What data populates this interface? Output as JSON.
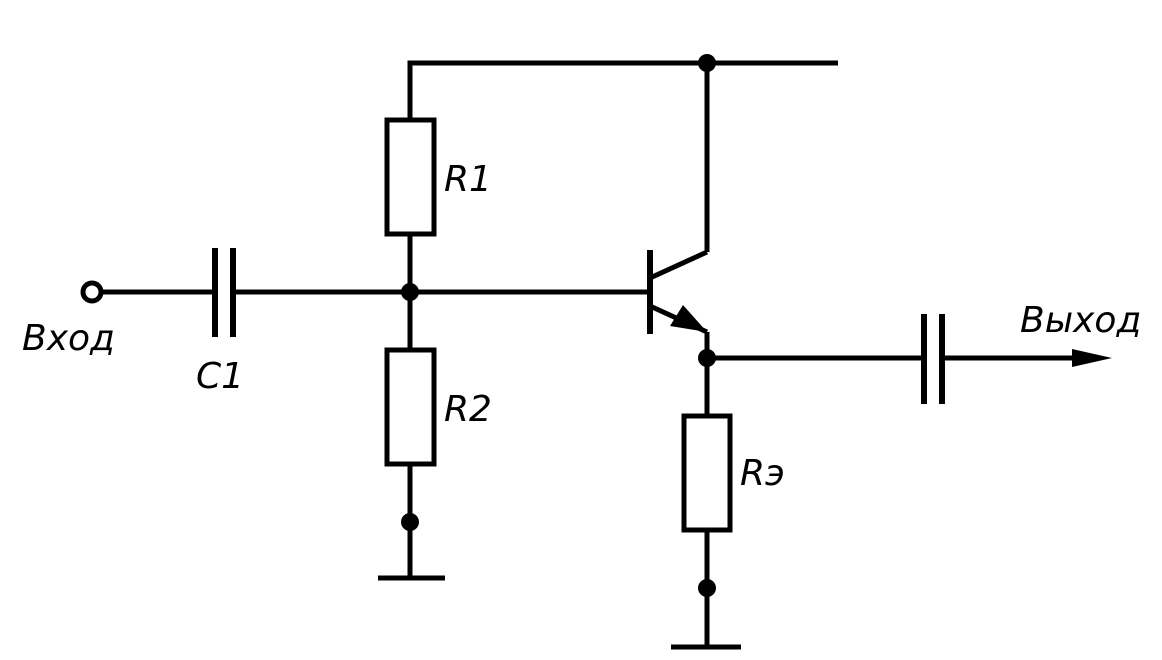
{
  "labels": {
    "input": "Вход",
    "output": "Выход",
    "c1": "C1",
    "r1": "R1",
    "r2": "R2",
    "re": "Rэ"
  },
  "colors": {
    "ink": "#000000",
    "background": "#ffffff"
  }
}
